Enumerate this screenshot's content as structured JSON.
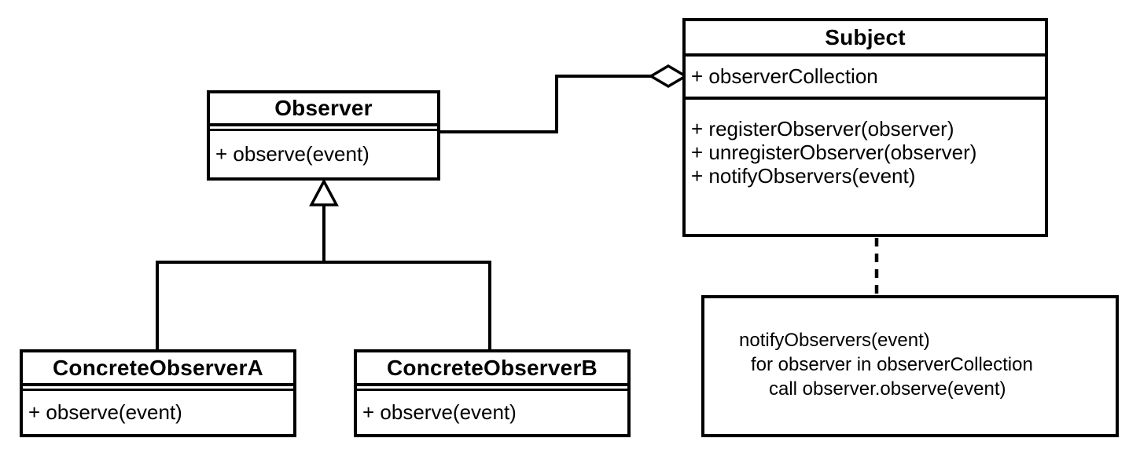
{
  "canvas": {
    "background": "#ffffff",
    "line_color": "#000000"
  },
  "classes": {
    "observer": {
      "name": "Observer",
      "attributes": [],
      "methods": [
        "+ observe(event)"
      ]
    },
    "subject": {
      "name": "Subject",
      "attributes": [
        "+ observerCollection"
      ],
      "methods": [
        "+ registerObserver(observer)",
        "+ unregisterObserver(observer)",
        "+ notifyObservers(event)"
      ]
    },
    "concrete_observer_a": {
      "name": "ConcreteObserverA",
      "attributes": [],
      "methods": [
        "+ observe(event)"
      ]
    },
    "concrete_observer_b": {
      "name": "ConcreteObserverB",
      "attributes": [],
      "methods": [
        "+ observe(event)"
      ]
    }
  },
  "note": {
    "lines": [
      "notifyObservers(event)",
      "for observer in observerCollection",
      "call observer.observe(event)"
    ]
  },
  "relationships": [
    {
      "type": "aggregation",
      "from": "Observer",
      "to": "Subject",
      "marker": "hollow-diamond"
    },
    {
      "type": "generalization",
      "from": "ConcreteObserverA",
      "to": "Observer",
      "marker": "hollow-triangle"
    },
    {
      "type": "generalization",
      "from": "ConcreteObserverB",
      "to": "Observer",
      "marker": "hollow-triangle"
    },
    {
      "type": "note-attachment",
      "from": "Subject",
      "to": "note",
      "style": "dashed"
    }
  ]
}
